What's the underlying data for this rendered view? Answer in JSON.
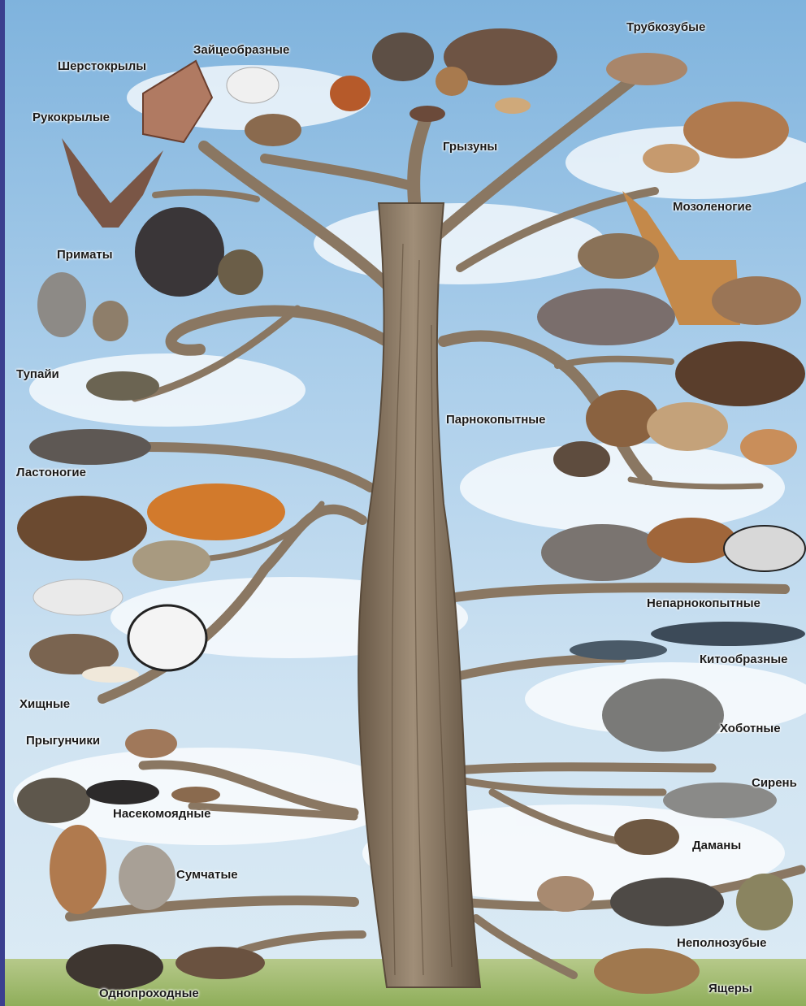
{
  "labels": {
    "sherstokryly": "Шерстокрылы",
    "zaytseobraznye": "Зайцеобразные",
    "trubkozubye": "Трубкозубые",
    "rukokrylye": "Рукокрылые",
    "gryzuny": "Грызуны",
    "mozolenogie": "Мозоленогие",
    "primaty": "Приматы",
    "tupayi": "Тупайи",
    "parnokopytnye": "Парнокопытные",
    "lastonogie": "Ластоногие",
    "neparnokopytnye": "Непарнокопытные",
    "kitoobraznye": "Китообразные",
    "khishchnye": "Хищные",
    "khobotnye": "Хоботные",
    "prygunchiki": "Прыгунчики",
    "siren": "Сирень",
    "nasekomoyadnye": "Насекомоядные",
    "damany": "Даманы",
    "sumchatye": "Сумчатые",
    "nepolnozubye": "Неполнозубые",
    "odnoprokhodnye": "Однопроходные",
    "yashchery": "Ящеры"
  }
}
